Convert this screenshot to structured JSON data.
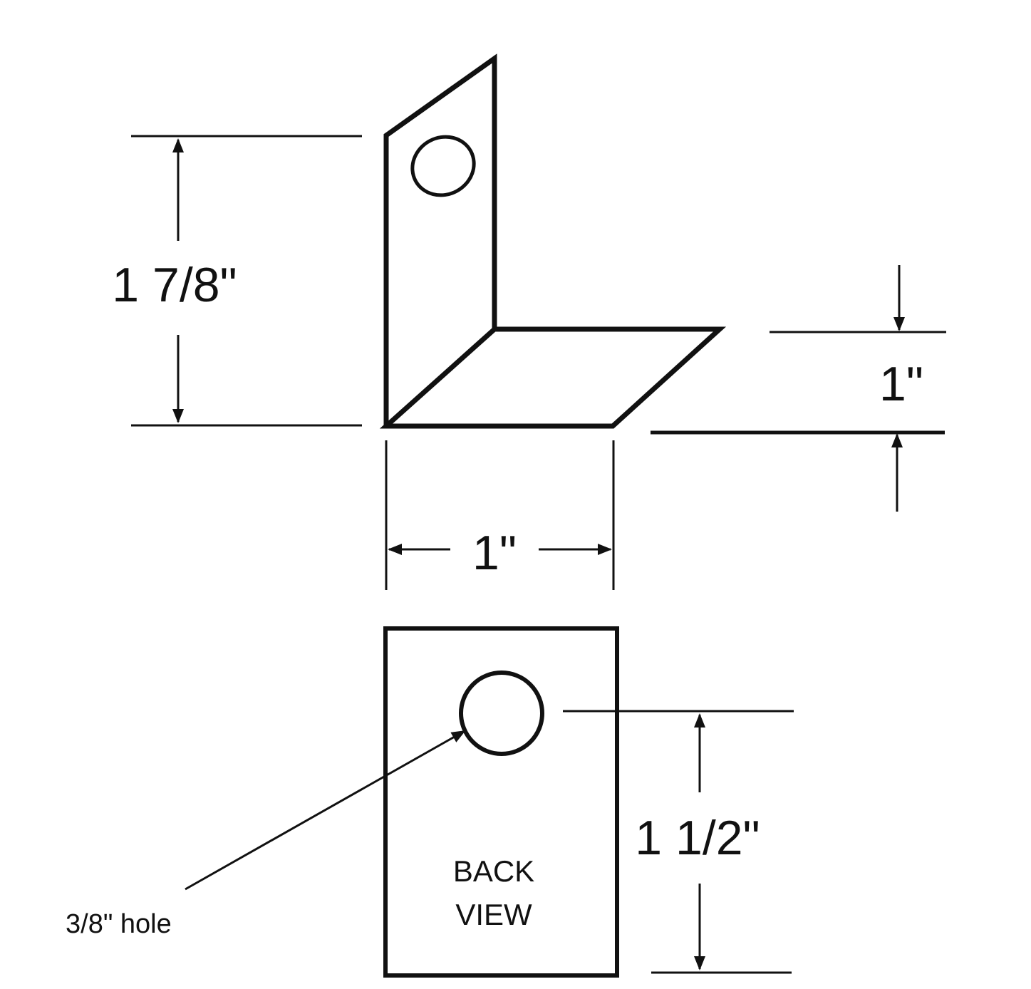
{
  "drawing": {
    "dimension_height": "1 7/8\"",
    "dimension_width": "1\"",
    "dimension_depth": "1\"",
    "dimension_back": "1 1/2\"",
    "hole_note": "3/8\" hole",
    "back_view_line1": "BACK",
    "back_view_line2": "VIEW"
  }
}
